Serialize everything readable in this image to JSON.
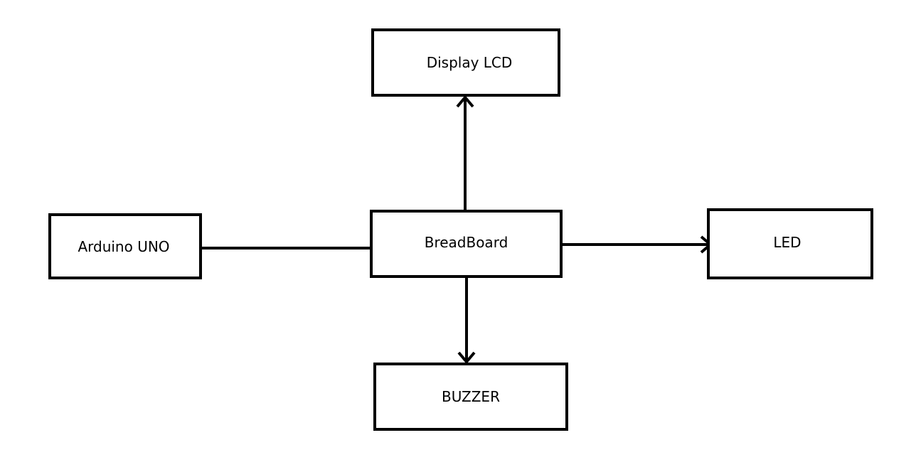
{
  "diagram": {
    "nodes": {
      "display_lcd": "Display LCD",
      "arduino": "Arduino UNO",
      "breadboard": "BreadBoard",
      "led": "LED",
      "buzzer": "BUZZER"
    },
    "edges": [
      {
        "from": "Arduino UNO",
        "to": "BreadBoard",
        "arrow": false
      },
      {
        "from": "BreadBoard",
        "to": "Display LCD",
        "arrow": true
      },
      {
        "from": "BreadBoard",
        "to": "LED",
        "arrow": true
      },
      {
        "from": "BreadBoard",
        "to": "BUZZER",
        "arrow": true
      }
    ],
    "line_color": "#000000",
    "background": "#ffffff"
  }
}
